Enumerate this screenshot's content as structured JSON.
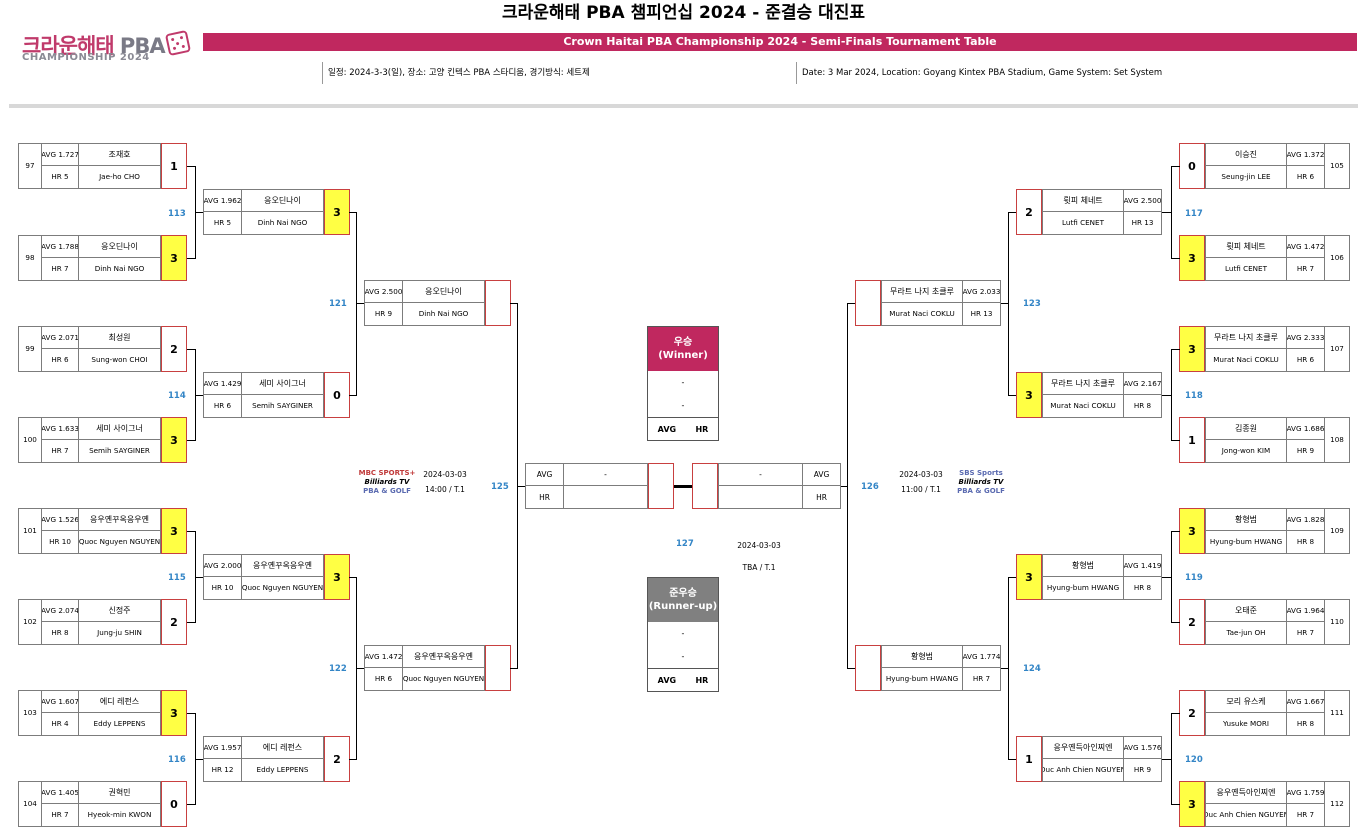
{
  "header": {
    "title": "크라운해태 PBA 챔피언십 2024 - 준결승 대진표",
    "logo_main_a": "크라운해태",
    "logo_main_b": "PBA",
    "logo_sub": "CHAMPIONSHIP 2024",
    "banner": "Crown Haitai PBA Championship 2024 - Semi-Finals Tournament Table",
    "info_kr": "일정: 2024-3-3(일), 장소: 고양 킨텍스 PBA 스타디움, 경기방식: 세트제",
    "info_en": "Date: 3 Mar 2024, Location: Goyang Kintex PBA Stadium, Game System: Set System"
  },
  "colors": {
    "brand": "#c0285f",
    "winner": "#c0285f",
    "runnerup": "#808080",
    "win_score": "#ffff44",
    "match_num": "#3385c6"
  },
  "r1_left": [
    {
      "seed": "97",
      "avg": "AVG 1.727",
      "hr": "HR 5",
      "kr": "조재호",
      "en": "Jae-ho CHO",
      "score": "1",
      "win": false
    },
    {
      "seed": "98",
      "avg": "AVG 1.788",
      "hr": "HR 7",
      "kr": "응오딘나이",
      "en": "Dinh Nai NGO",
      "score": "3",
      "win": true
    },
    {
      "seed": "99",
      "avg": "AVG 2.071",
      "hr": "HR 6",
      "kr": "최성원",
      "en": "Sung-won CHOI",
      "score": "2",
      "win": false
    },
    {
      "seed": "100",
      "avg": "AVG 1.633",
      "hr": "HR 7",
      "kr": "세미 사이그너",
      "en": "Semih SAYGINER",
      "score": "3",
      "win": true
    },
    {
      "seed": "101",
      "avg": "AVG 1.526",
      "hr": "HR 10",
      "kr": "응우옌꾸옥응우옌",
      "en": "Quoc Nguyen NGUYEN",
      "score": "3",
      "win": true
    },
    {
      "seed": "102",
      "avg": "AVG 2.074",
      "hr": "HR 8",
      "kr": "신정주",
      "en": "Jung-ju SHIN",
      "score": "2",
      "win": false
    },
    {
      "seed": "103",
      "avg": "AVG 1.607",
      "hr": "HR 4",
      "kr": "에디 레펀스",
      "en": "Eddy LEPPENS",
      "score": "3",
      "win": true
    },
    {
      "seed": "104",
      "avg": "AVG 1.405",
      "hr": "HR 7",
      "kr": "권혁민",
      "en": "Hyeok-min KWON",
      "score": "0",
      "win": false
    }
  ],
  "r1_right": [
    {
      "seed": "105",
      "avg": "AVG 1.372",
      "hr": "HR 6",
      "kr": "이승진",
      "en": "Seung-jin LEE",
      "score": "0",
      "win": false
    },
    {
      "seed": "106",
      "avg": "AVG 1.472",
      "hr": "HR 7",
      "kr": "륏피 체네트",
      "en": "Lutfi CENET",
      "score": "3",
      "win": true
    },
    {
      "seed": "107",
      "avg": "AVG 2.333",
      "hr": "HR 6",
      "kr": "무라트 나지 초클루",
      "en": "Murat Naci COKLU",
      "score": "3",
      "win": true
    },
    {
      "seed": "108",
      "avg": "AVG 1.686",
      "hr": "HR 9",
      "kr": "김종원",
      "en": "Jong-won KIM",
      "score": "1",
      "win": false
    },
    {
      "seed": "109",
      "avg": "AVG 1.828",
      "hr": "HR 8",
      "kr": "황형범",
      "en": "Hyung-bum HWANG",
      "score": "3",
      "win": true
    },
    {
      "seed": "110",
      "avg": "AVG 1.964",
      "hr": "HR 7",
      "kr": "오태준",
      "en": "Tae-jun OH",
      "score": "2",
      "win": false
    },
    {
      "seed": "111",
      "avg": "AVG 1.667",
      "hr": "HR 8",
      "kr": "모리 유스케",
      "en": "Yusuke MORI",
      "score": "2",
      "win": false
    },
    {
      "seed": "112",
      "avg": "AVG 1.759",
      "hr": "HR 7",
      "kr": "응우옌득아인찌엔",
      "en": "Duc Anh Chien NGUYEN",
      "score": "3",
      "win": true
    }
  ],
  "r2_left": [
    {
      "avg": "AVG 1.962",
      "hr": "HR 5",
      "kr": "응오딘나이",
      "en": "Dinh Nai NGO",
      "score": "3",
      "win": true
    },
    {
      "avg": "AVG 1.429",
      "hr": "HR 6",
      "kr": "세미 사이그너",
      "en": "Semih SAYGINER",
      "score": "0",
      "win": false
    },
    {
      "avg": "AVG 2.000",
      "hr": "HR 10",
      "kr": "응우옌꾸옥응우옌",
      "en": "Quoc Nguyen NGUYEN",
      "score": "3",
      "win": true
    },
    {
      "avg": "AVG 1.957",
      "hr": "HR 12",
      "kr": "에디 레펀스",
      "en": "Eddy LEPPENS",
      "score": "2",
      "win": false
    }
  ],
  "r2_right": [
    {
      "avg": "AVG 2.500",
      "hr": "HR 13",
      "kr": "륏피 체네트",
      "en": "Lutfi CENET",
      "score": "2",
      "win": false
    },
    {
      "avg": "AVG 2.167",
      "hr": "HR 8",
      "kr": "무라트 나지 초클루",
      "en": "Murat Naci COKLU",
      "score": "3",
      "win": true
    },
    {
      "avg": "AVG 1.419",
      "hr": "HR 8",
      "kr": "황형범",
      "en": "Hyung-bum HWANG",
      "score": "3",
      "win": true
    },
    {
      "avg": "AVG 1.576",
      "hr": "HR 9",
      "kr": "응우옌득아인찌엔",
      "en": "Duc Anh Chien NGUYEN",
      "score": "1",
      "win": false
    }
  ],
  "r3_left": [
    {
      "avg": "AVG 2.500",
      "hr": "HR 9",
      "kr": "응오딘나이",
      "en": "Dinh Nai NGO"
    },
    {
      "avg": "AVG 1.472",
      "hr": "HR 6",
      "kr": "응우옌꾸옥응우옌",
      "en": "Quoc Nguyen NGUYEN"
    }
  ],
  "r3_right": [
    {
      "avg": "AVG 2.033",
      "hr": "HR 13",
      "kr": "무라트 나지 초클루",
      "en": "Murat Naci COKLU"
    },
    {
      "avg": "AVG 1.774",
      "hr": "HR 7",
      "kr": "황형범",
      "en": "Hyung-bum HWANG"
    }
  ],
  "match_nums": {
    "m113": "113",
    "m114": "114",
    "m115": "115",
    "m116": "116",
    "m117": "117",
    "m118": "118",
    "m119": "119",
    "m120": "120",
    "m121": "121",
    "m122": "122",
    "m123": "123",
    "m124": "124",
    "m125": "125",
    "m126": "126",
    "m127": "127"
  },
  "schedule": {
    "left_date": "2024-03-03",
    "left_time": "14:00 / T.1",
    "right_date": "2024-03-03",
    "right_time": "11:00 / T.1",
    "final_date": "2024-03-03",
    "final_time": "TBA / T.1"
  },
  "broadcast_left": {
    "a": "MBC SPORTS+",
    "b": "Billiards TV",
    "c": "PBA & GOLF"
  },
  "broadcast_right": {
    "a": "SBS Sports",
    "b": "Billiards TV",
    "c": "PBA & GOLF"
  },
  "final": {
    "left": {
      "avg": "AVG",
      "hr": "HR",
      "name": "-"
    },
    "right": {
      "avg": "AVG",
      "hr": "HR",
      "name": "-"
    }
  },
  "winner": {
    "label": "우승\n(Winner)",
    "line1": "-",
    "line2": "-",
    "avg": "AVG",
    "hr": "HR"
  },
  "runnerup": {
    "label": "준우승\n(Runner-up)",
    "line1": "-",
    "line2": "-",
    "avg": "AVG",
    "hr": "HR"
  }
}
